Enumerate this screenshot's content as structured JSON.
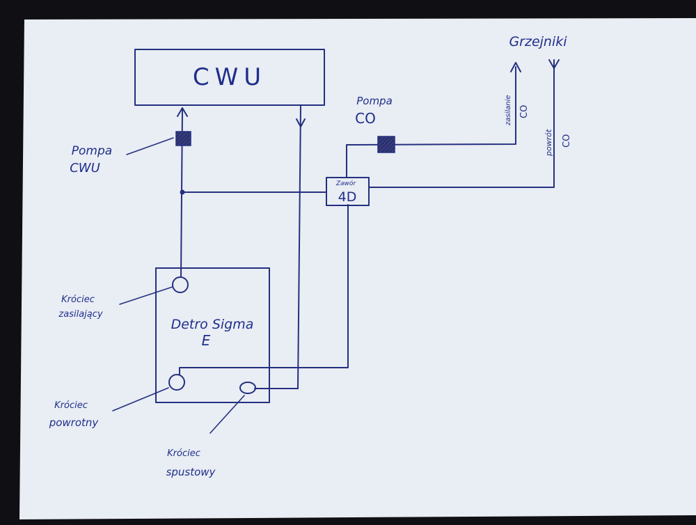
{
  "colors": {
    "paper": "#e9edf4",
    "ink": "#23307e",
    "pump_fill": "#2a2f6e",
    "background": "#101014"
  },
  "blocks": {
    "cwu": {
      "label": "CWU"
    },
    "boiler": {
      "label_line1": "Detro Sigma",
      "label_line2": "E"
    },
    "valve": {
      "label_line1": "Zawór",
      "label_line2": "4D"
    }
  },
  "labels": {
    "pump_cwu_line1": "Pompa",
    "pump_cwu_line2": "CWU",
    "pump_co_line1": "Pompa",
    "pump_co_line2": "CO",
    "grzejniki": "Grzejniki",
    "supply_co_line1": "zasilanie",
    "supply_co_line2": "CO",
    "return_co_line1": "powrót",
    "return_co_line2": "CO",
    "supply_port_line1": "Króciec",
    "supply_port_line2": "zasilający",
    "return_port_line1": "Króciec",
    "return_port_line2": "powrotny",
    "drain_port_line1": "Króciec",
    "drain_port_line2": "spustowy"
  }
}
